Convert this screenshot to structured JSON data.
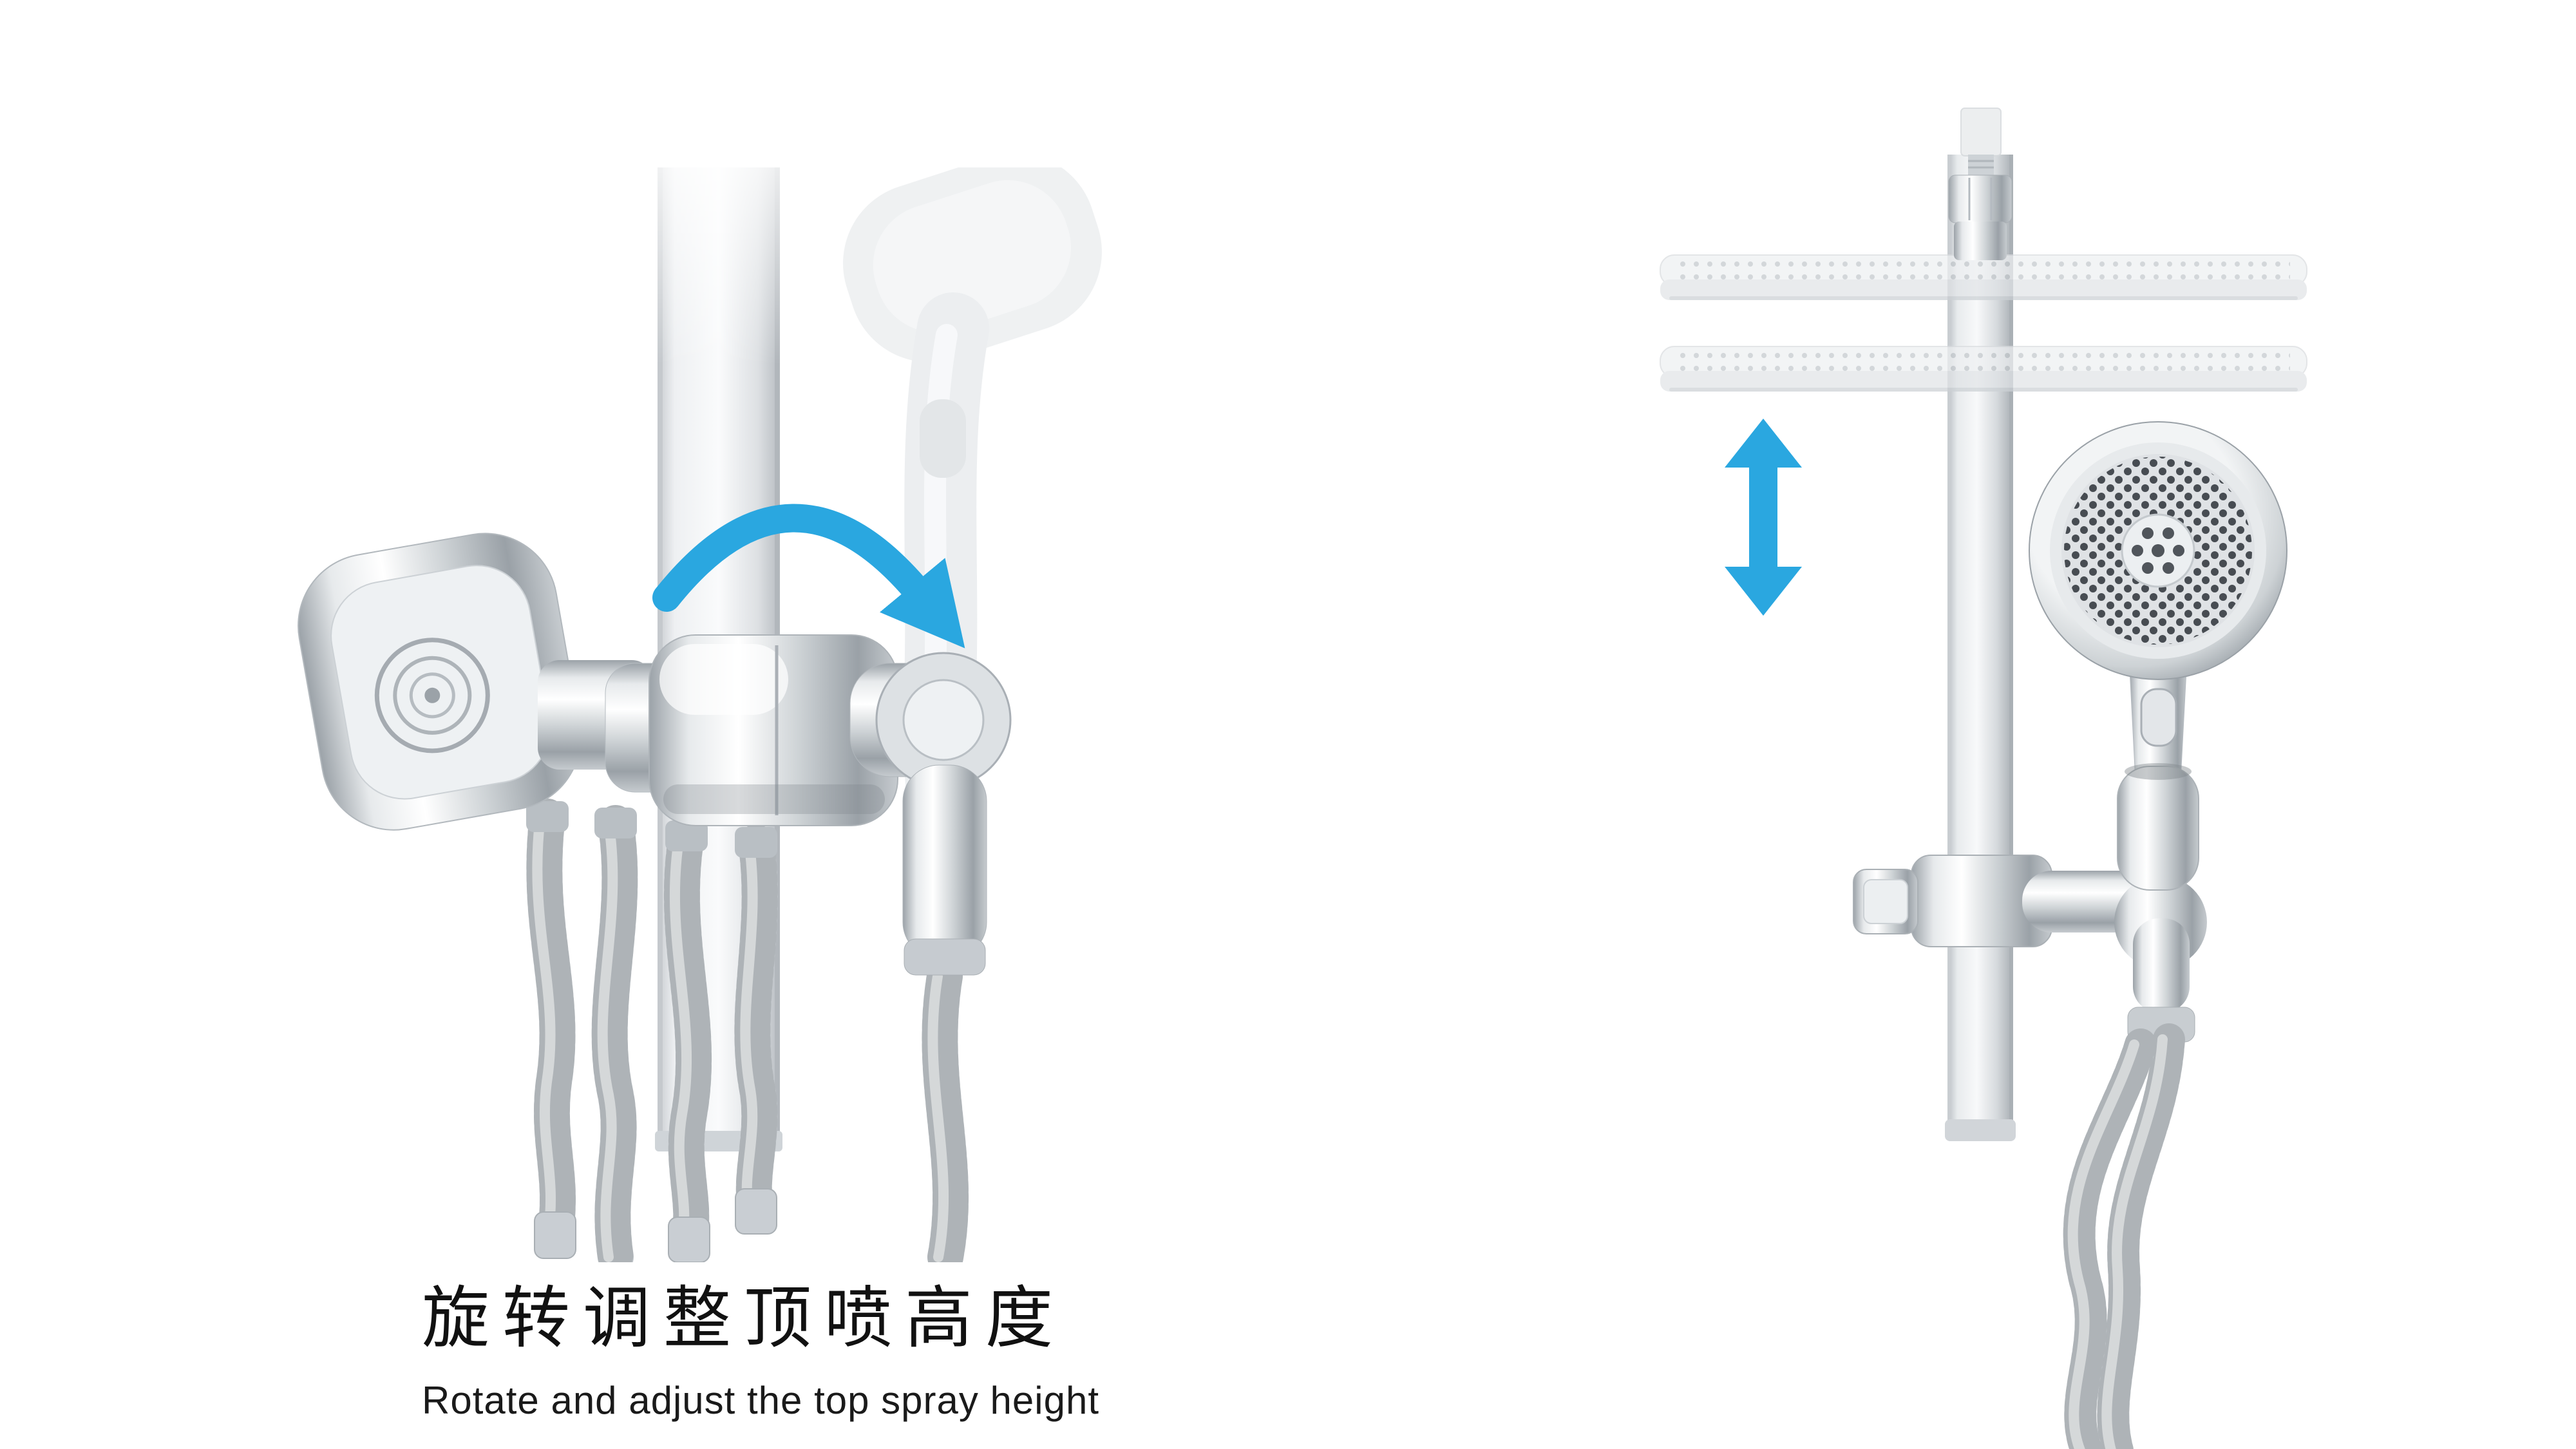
{
  "colors": {
    "background": "#FFFFFF",
    "accent_blue": "#2AA7E0",
    "text": "#111111",
    "chrome_light": "#F4F6F7",
    "chrome_mid": "#C9CED2",
    "chrome_dark": "#9AA1A7"
  },
  "caption": {
    "title_zh": "旋转调整顶喷高度",
    "subtitle_en": "Rotate and adjust the top spray height"
  },
  "figures": {
    "left": {
      "name": "rotate-bracket-detail",
      "icon": "rotate-arrow-icon"
    },
    "right": {
      "name": "shelf-height-adjust",
      "icon": "up-down-arrow-icon"
    }
  }
}
